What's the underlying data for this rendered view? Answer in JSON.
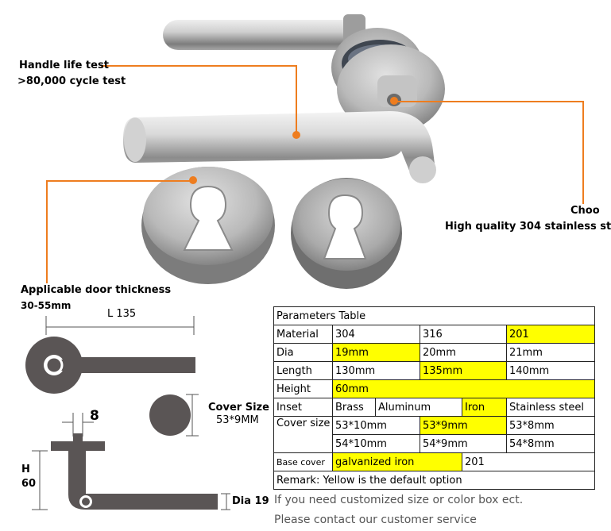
{
  "callouts": {
    "handle_life_title": "Handle life test",
    "handle_life_value": ">80,000 cycle test",
    "material_title": "Choo",
    "material_value": "High quality 304 stainless st",
    "door_thickness_title": "Applicable door thickness",
    "door_thickness_value": "30-55mm"
  },
  "diagram": {
    "length_label": "L  135",
    "cover_size_title": "Cover Size",
    "cover_size_value": "53*9MM",
    "thickness_label": "8",
    "height_letter": "H",
    "height_value": "60",
    "dia_label": "Dia 19"
  },
  "table": {
    "title": "Parameters Table",
    "rows": [
      {
        "label": "Material",
        "cells": [
          {
            "text": "304",
            "hl": false
          },
          {
            "text": "316",
            "hl": false
          },
          {
            "text": "201",
            "hl": true
          }
        ]
      },
      {
        "label": "Dia",
        "cells": [
          {
            "text": "19mm",
            "hl": true
          },
          {
            "text": "20mm",
            "hl": false
          },
          {
            "text": "21mm",
            "hl": false
          }
        ]
      },
      {
        "label": "Length",
        "cells": [
          {
            "text": "130mm",
            "hl": false
          },
          {
            "text": "135mm",
            "hl": true
          },
          {
            "text": "140mm",
            "hl": false
          }
        ]
      },
      {
        "label": "Height",
        "value": "60mm"
      },
      {
        "label": "Inset",
        "cells": [
          {
            "text": "Brass",
            "hl": false
          },
          {
            "text": "Aluminum",
            "hl": false
          },
          {
            "text": "Iron",
            "hl": true
          },
          {
            "text": "Stainless steel",
            "hl": false
          }
        ]
      },
      {
        "label": "Cover size",
        "cells": [
          {
            "text": "53*10mm",
            "hl": false
          },
          {
            "text": "53*9mm",
            "hl": true
          },
          {
            "text": "53*8mm",
            "hl": false
          }
        ],
        "cells2": [
          {
            "text": "54*10mm",
            "hl": false
          },
          {
            "text": "54*9mm",
            "hl": false
          },
          {
            "text": "54*8mm",
            "hl": false
          }
        ]
      },
      {
        "label": "Base cover",
        "cells": [
          {
            "text": "galvanized iron",
            "hl": true
          },
          {
            "text": "201",
            "hl": false
          }
        ]
      }
    ],
    "remark": "Remark: Yellow is the default option"
  },
  "notes": {
    "line1": "If you need customized size or color box ect.",
    "line2": "Please contact our customer service"
  },
  "colors": {
    "highlight": "#ffff00",
    "accent": "#ee7d1f",
    "diagram": "#555555"
  }
}
